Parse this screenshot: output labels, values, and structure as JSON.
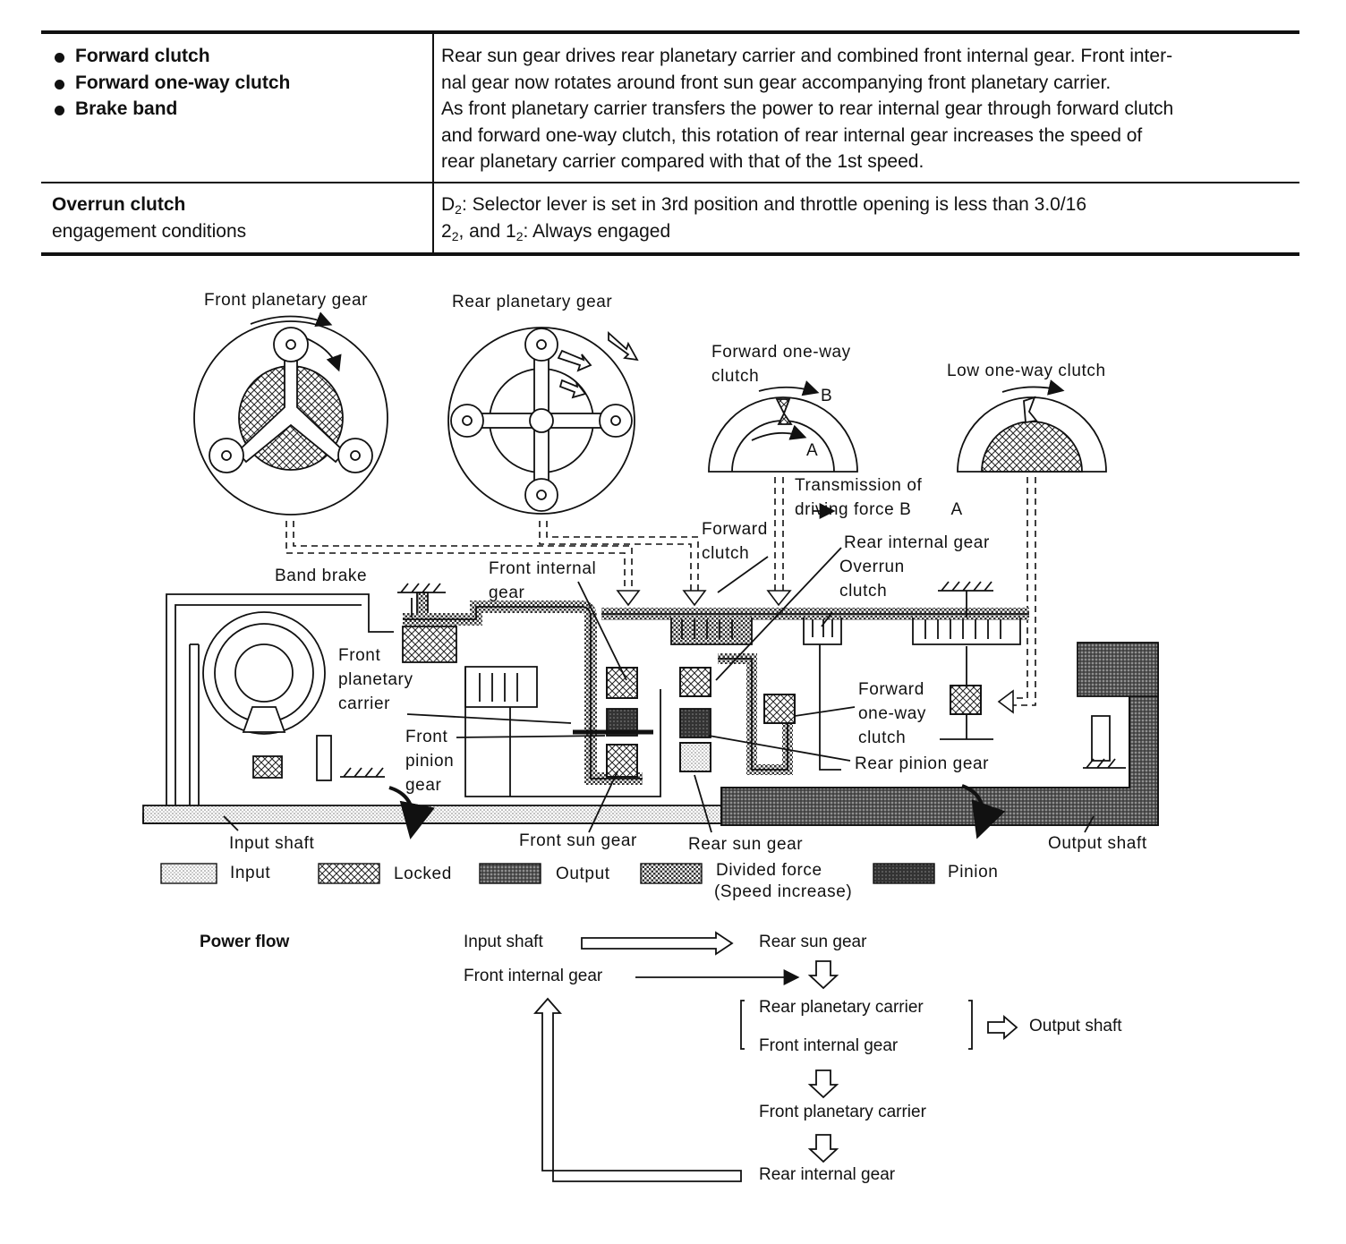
{
  "table": {
    "row1": {
      "items": [
        "Forward clutch",
        "Forward one-way clutch",
        "Brake band"
      ],
      "description": [
        "Rear sun gear drives rear planetary carrier and combined front internal gear. Front inter-",
        "nal gear now rotates around front sun gear accompanying front planetary carrier.",
        "As front planetary carrier transfers the power to rear internal gear through forward clutch",
        "and forward one-way clutch, this rotation of rear internal gear increases the speed of",
        "rear planetary carrier compared with that of the 1st speed."
      ]
    },
    "row2": {
      "title": "Overrun clutch",
      "subtitle": "engagement conditions",
      "line1_prefix": "D",
      "line1_sub": "2",
      "line1_text": ": Selector lever is set in 3rd position and throttle opening is less than 3.0/16",
      "line2_a": "2",
      "line2_a_sub": "2",
      "line2_mid": ", and 1",
      "line2_b_sub": "2",
      "line2_text": ": Always engaged"
    }
  },
  "diagram": {
    "labels": {
      "front_planetary_gear": "Front planetary gear",
      "rear_planetary_gear": "Rear planetary gear",
      "forward_one_way_clutch_top_1": "Forward one-way",
      "forward_one_way_clutch_top_2": "clutch",
      "low_one_way_clutch": "Low one-way clutch",
      "point_b": "B",
      "point_a": "A",
      "transmission_1": "Transmission of",
      "transmission_2": "driving force B",
      "transmission_3": "A",
      "forward_clutch_1": "Forward",
      "forward_clutch_2": "clutch",
      "rear_internal_gear": "Rear internal gear",
      "overrun_clutch_1": "Overrun",
      "overrun_clutch_2": "clutch",
      "band_brake": "Band brake",
      "front_internal_gear_1": "Front internal",
      "front_internal_gear_2": "gear",
      "front_planetary_carrier_1": "Front",
      "front_planetary_carrier_2": "planetary",
      "front_planetary_carrier_3": "carrier",
      "front_pinion_gear_1": "Front",
      "front_pinion_gear_2": "pinion",
      "front_pinion_gear_3": "gear",
      "forward_one_way_clutch_1": "Forward",
      "forward_one_way_clutch_2": "one-way",
      "forward_one_way_clutch_3": "clutch",
      "rear_pinion_gear": "Rear pinion gear",
      "input_shaft": "Input shaft",
      "front_sun_gear": "Front sun gear",
      "rear_sun_gear": "Rear sun gear",
      "output_shaft": "Output shaft"
    },
    "legend": [
      {
        "label": "Input",
        "pattern": "light-dots"
      },
      {
        "label": "Locked",
        "pattern": "crosshatch"
      },
      {
        "label": "Output",
        "pattern": "dark-dense"
      },
      {
        "label": "Divided force",
        "label2": "(Speed  increase)",
        "pattern": "checker"
      },
      {
        "label": "Pinion",
        "pattern": "dark"
      }
    ]
  },
  "power_flow": {
    "title": "Power flow",
    "input_shaft": "Input shaft",
    "rear_sun_gear": "Rear sun gear",
    "front_internal_gear": "Front internal gear",
    "rear_planetary_carrier": "Rear planetary carrier",
    "front_internal_gear_2": "Front internal gear",
    "output_shaft": "Output shaft",
    "front_planetary_carrier": "Front planetary carrier",
    "rear_internal_gear": "Rear internal gear"
  }
}
